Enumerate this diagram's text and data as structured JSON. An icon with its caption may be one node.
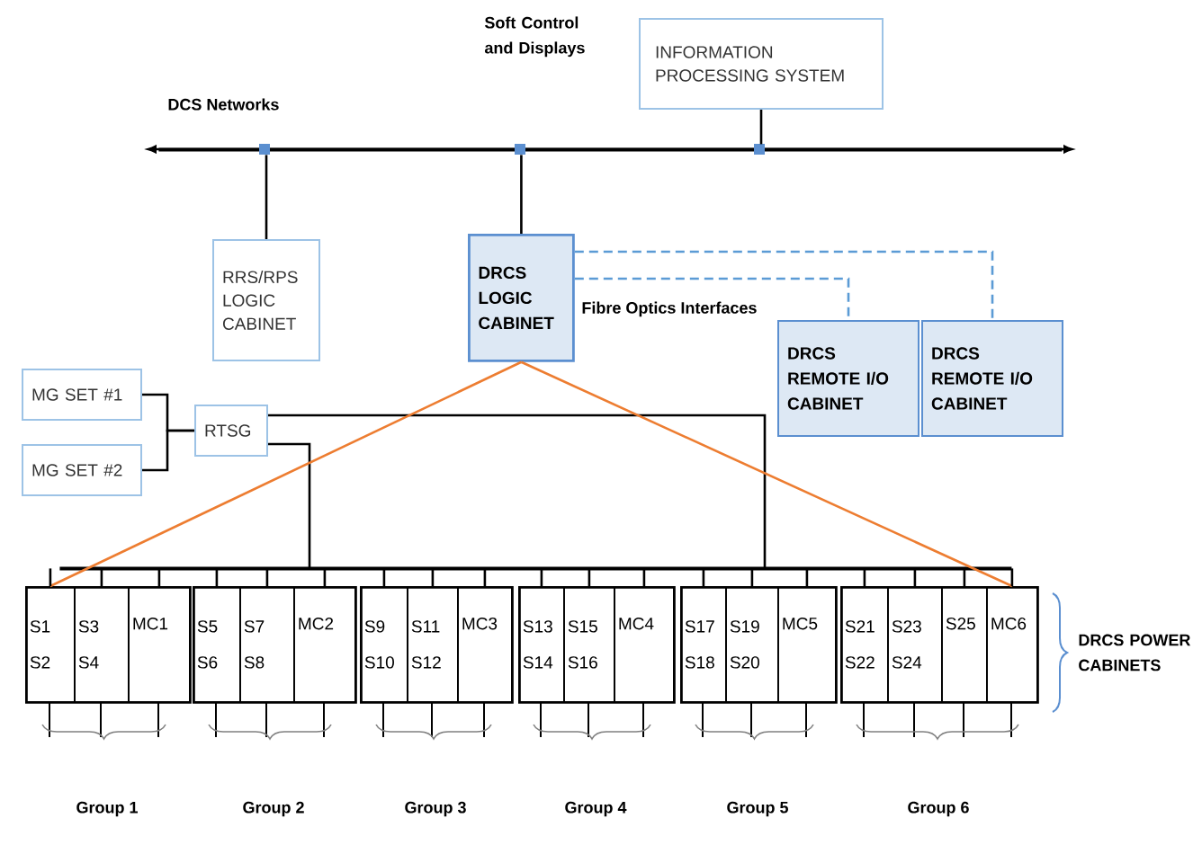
{
  "diagram": {
    "nodes": [
      {
        "text": [
          "INFORMATION PROCESSING SYSTEM"
        ]
      },
      {
        "text": [
          "RRS/RPS LOGIC CABINET"
        ]
      },
      {
        "text": [
          "DRCS LOGIC CABINET"
        ]
      },
      {
        "text": [
          "DRCS REMOTE I/O CABINET"
        ]
      },
      {
        "text": [
          "DRCS REMOTE I/O CABINET"
        ]
      },
      {
        "text": [
          "MG SET #1"
        ]
      },
      {
        "text": [
          "MG SET #2"
        ]
      },
      {
        "text": [
          "RTSG"
        ]
      },
      {
        "text": [],
        "shape": "bar"
      },
      {
        "text": [],
        "shape": "bar"
      },
      {
        "text": [],
        "shape": "box"
      },
      {
        "text": [
          "S1",
          "S2"
        ],
        "in": 10
      },
      {
        "text": [
          "S3",
          "S4"
        ],
        "in": 10
      },
      {
        "text": [
          "MC1"
        ],
        "in": 10
      },
      {
        "text": [],
        "shape": "box"
      },
      {
        "text": [
          "S5",
          "S6"
        ],
        "in": 14
      },
      {
        "text": [
          "S7",
          "S8"
        ],
        "in": 14
      },
      {
        "text": [
          "MC2"
        ],
        "in": 14
      },
      {
        "text": [],
        "shape": "box"
      },
      {
        "text": [
          "S9",
          "S10"
        ],
        "in": 18
      },
      {
        "text": [
          "S11",
          "S12"
        ],
        "in": 18
      },
      {
        "text": [
          "MC3"
        ],
        "in": 18
      },
      {
        "text": [],
        "shape": "box"
      },
      {
        "text": [
          "S13",
          "S14"
        ],
        "in": 22
      },
      {
        "text": [
          "S15",
          "S16"
        ],
        "in": 22
      },
      {
        "text": [
          "MC4"
        ],
        "in": 22
      },
      {
        "text": [],
        "shape": "box"
      },
      {
        "text": [
          "S17",
          "S18"
        ],
        "in": 26
      },
      {
        "text": [
          "S19",
          "S20"
        ],
        "in": 26
      },
      {
        "text": [
          "MC5"
        ],
        "in": 26
      },
      {
        "text": [],
        "shape": "box"
      },
      {
        "text": [
          "S21",
          "S22"
        ],
        "in": 30
      },
      {
        "text": [
          "S23",
          "S24"
        ],
        "in": 30
      },
      {
        "text": [
          "S25"
        ],
        "in": 30
      },
      {
        "text": [
          "MC6"
        ],
        "in": 30
      }
    ],
    "edges": [
      {
        "from": 8,
        "to": 0,
        "arrow": "none"
      },
      {
        "from": 8,
        "to": 1,
        "arrow": "none"
      },
      {
        "from": 8,
        "to": 2,
        "arrow": "none"
      },
      {
        "from": 2,
        "to": 3,
        "arrow": "none",
        "style": "dashed",
        "color": "#5b9bd5"
      },
      {
        "from": 2,
        "to": 4,
        "arrow": "none",
        "style": "dashed",
        "color": "#5b9bd5"
      },
      {
        "from": 5,
        "to": 7,
        "arrow": "none"
      },
      {
        "from": 6,
        "to": 7,
        "arrow": "none"
      },
      {
        "from": 7,
        "to": 9,
        "arrow": "none"
      },
      {
        "from": 7,
        "to": 9,
        "arrow": "none"
      },
      {
        "from": 2,
        "to": 11,
        "arrow": "none",
        "color": "#ed7d31"
      },
      {
        "from": 2,
        "to": 34,
        "arrow": "none",
        "color": "#ed7d31"
      },
      {
        "from": 9,
        "to": 11,
        "arrow": "none"
      },
      {
        "from": 9,
        "to": 12,
        "arrow": "none"
      },
      {
        "from": 9,
        "to": 13,
        "arrow": "none"
      },
      {
        "from": 9,
        "to": 15,
        "arrow": "none"
      },
      {
        "from": 9,
        "to": 16,
        "arrow": "none"
      },
      {
        "from": 9,
        "to": 17,
        "arrow": "none"
      },
      {
        "from": 9,
        "to": 19,
        "arrow": "none"
      },
      {
        "from": 9,
        "to": 20,
        "arrow": "none"
      },
      {
        "from": 9,
        "to": 21,
        "arrow": "none"
      },
      {
        "from": 9,
        "to": 23,
        "arrow": "none"
      },
      {
        "from": 9,
        "to": 24,
        "arrow": "none"
      },
      {
        "from": 9,
        "to": 25,
        "arrow": "none"
      },
      {
        "from": 9,
        "to": 27,
        "arrow": "none"
      },
      {
        "from": 9,
        "to": 28,
        "arrow": "none"
      },
      {
        "from": 9,
        "to": 29,
        "arrow": "none"
      },
      {
        "from": 9,
        "to": 31,
        "arrow": "none"
      },
      {
        "from": 9,
        "to": 32,
        "arrow": "none"
      },
      {
        "from": 9,
        "to": 33,
        "arrow": "none"
      },
      {
        "from": 9,
        "to": 34,
        "arrow": "none"
      }
    ],
    "labels": [
      "DCS Networks",
      "Soft Control and Displays",
      "Fibre Optics Interfaces",
      "DRCS POWER CABINETS",
      "Group 1",
      "Group 2",
      "Group 3",
      "Group 4",
      "Group 5",
      "Group 6"
    ]
  }
}
